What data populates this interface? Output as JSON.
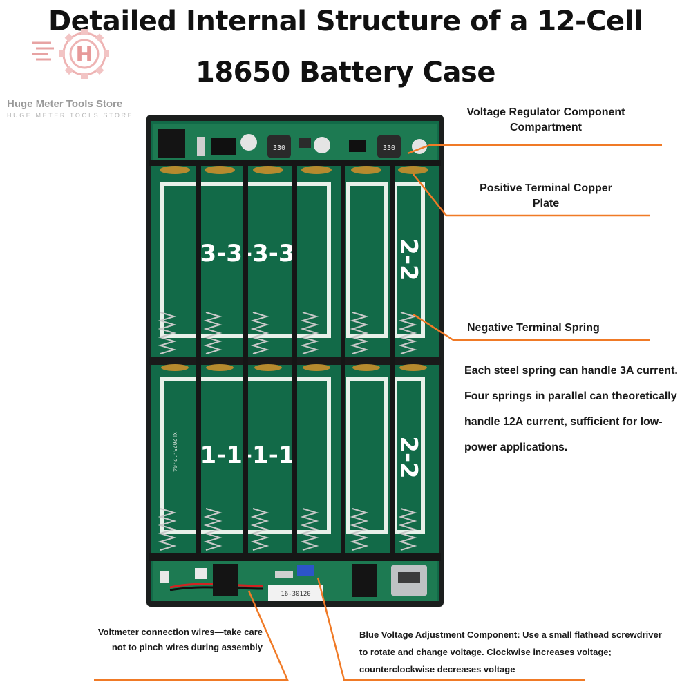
{
  "title": {
    "line1": "Detailed Internal Structure of a 12-Cell",
    "line2": "18650 Battery Case"
  },
  "watermark": {
    "logo_letter": "H",
    "store_name": "Huge Meter Tools Store",
    "store_subtitle": "HUGE METER TOOLS STORE"
  },
  "board": {
    "group_labels": [
      "3-3-3-3",
      "1-1-1-1",
      "2-2",
      "2-2"
    ],
    "inductor_marks": [
      "330",
      "330"
    ],
    "silkscreen": "XL2025-12-04",
    "module_text": "16-30120"
  },
  "callouts": {
    "voltage_regulator": "Voltage Regulator Component Compartment",
    "positive_terminal": "Positive Terminal Copper Plate",
    "negative_spring": "Negative Terminal Spring",
    "spring_note": "Each steel spring can handle 3A current. Four springs in parallel can theoretically handle 12A current, sufficient for low-power applications.",
    "voltmeter_wires": "Voltmeter connection wires—take care not to pinch wires during assembly",
    "blue_adjust": "Blue Voltage Adjustment Component: Use a small flathead screwdriver to rotate and change voltage. Clockwise increases voltage; counterclockwise decreases voltage"
  },
  "colors": {
    "callout_line": "#f07a26",
    "pcb_green": "#126a48",
    "case_black": "#1b1e1d",
    "watermark_red": "#e8a0a0"
  }
}
